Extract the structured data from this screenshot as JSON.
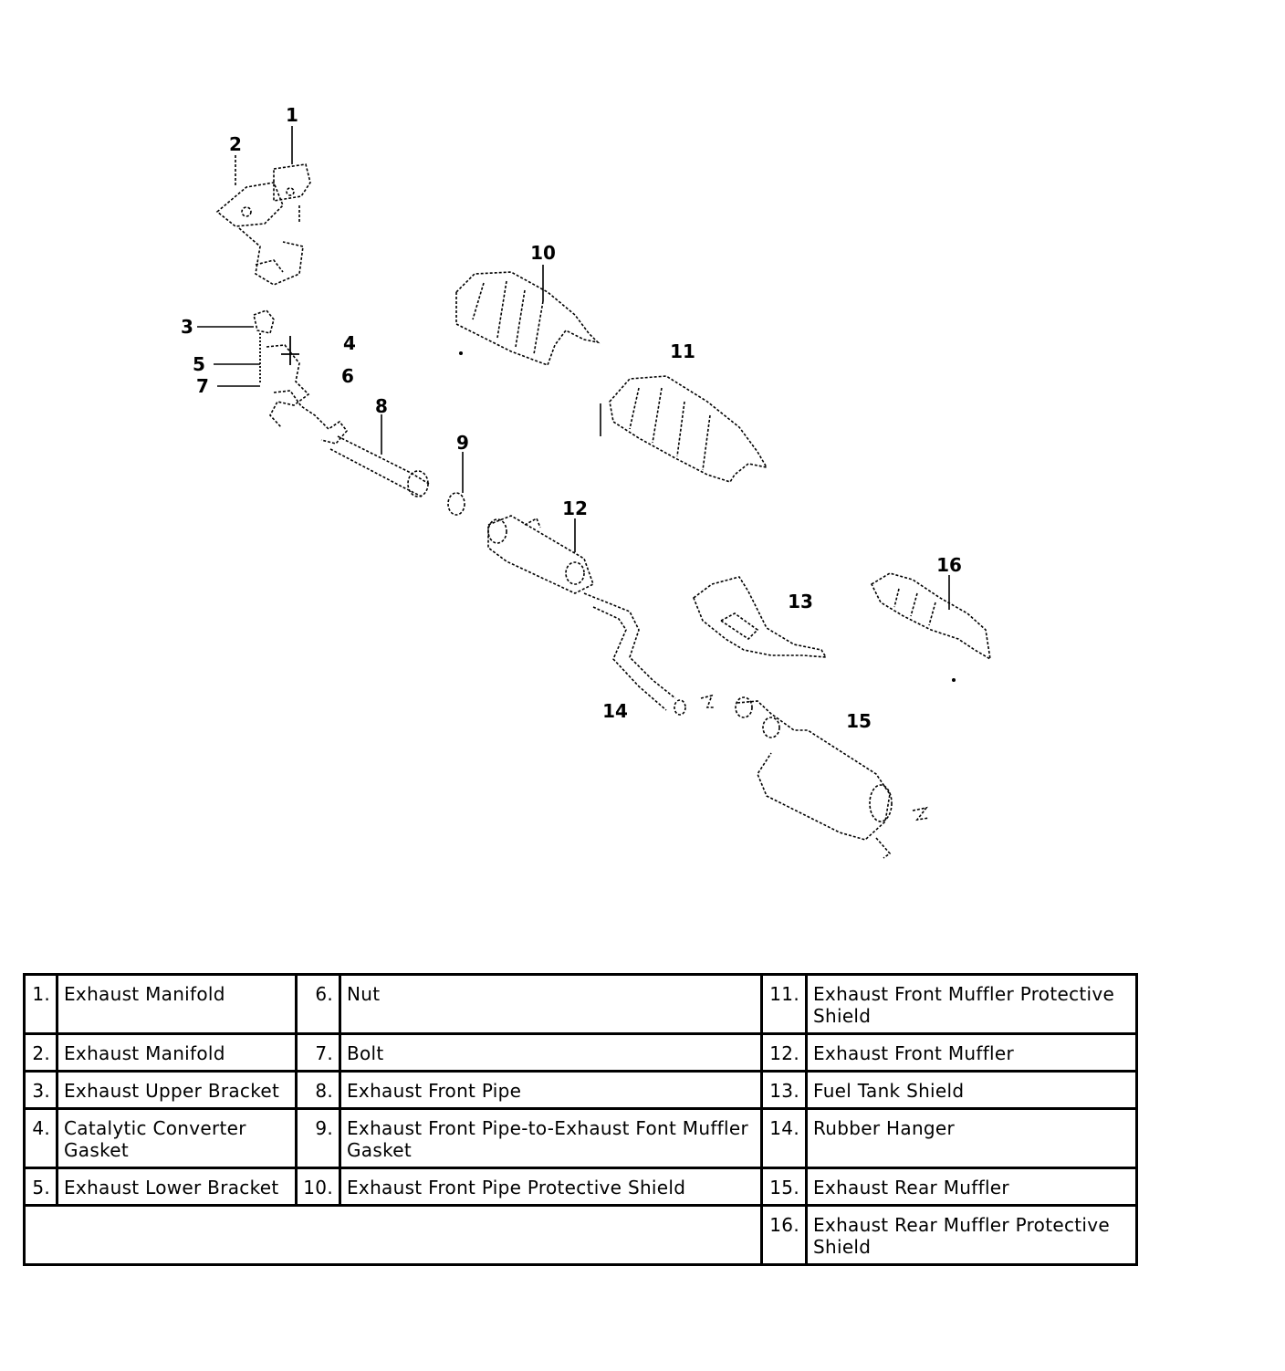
{
  "diagram": {
    "callouts": [
      "1",
      "2",
      "3",
      "4",
      "5",
      "6",
      "7",
      "8",
      "9",
      "10",
      "11",
      "12",
      "13",
      "16",
      "14",
      "15"
    ]
  },
  "legend": {
    "rows": [
      [
        {
          "num": "1.",
          "label": "Exhaust Manifold"
        },
        {
          "num": "6.",
          "label": "Nut"
        },
        {
          "num": "11.",
          "label": "Exhaust Front Muffler Protective Shield"
        }
      ],
      [
        {
          "num": "2.",
          "label": "Exhaust Manifold"
        },
        {
          "num": "7.",
          "label": "Bolt"
        },
        {
          "num": "12.",
          "label": "Exhaust Front Muffler"
        }
      ],
      [
        {
          "num": "3.",
          "label": "Exhaust Upper Bracket"
        },
        {
          "num": "8.",
          "label": "Exhaust Front Pipe"
        },
        {
          "num": "13.",
          "label": "Fuel Tank Shield"
        }
      ],
      [
        {
          "num": "4.",
          "label": "Catalytic Converter Gasket"
        },
        {
          "num": "9.",
          "label": "Exhaust Front Pipe-to-Exhaust Font Muffler Gasket"
        },
        {
          "num": "14.",
          "label": "Rubber Hanger"
        }
      ],
      [
        {
          "num": "5.",
          "label": "Exhaust Lower Bracket"
        },
        {
          "num": "10.",
          "label": "Exhaust Front Pipe Protective Shield"
        },
        {
          "num": "15.",
          "label": "Exhaust Rear Muffler"
        }
      ]
    ],
    "last_row": {
      "num": "16.",
      "label": "Exhaust Rear Muffler Protective Shield"
    }
  }
}
